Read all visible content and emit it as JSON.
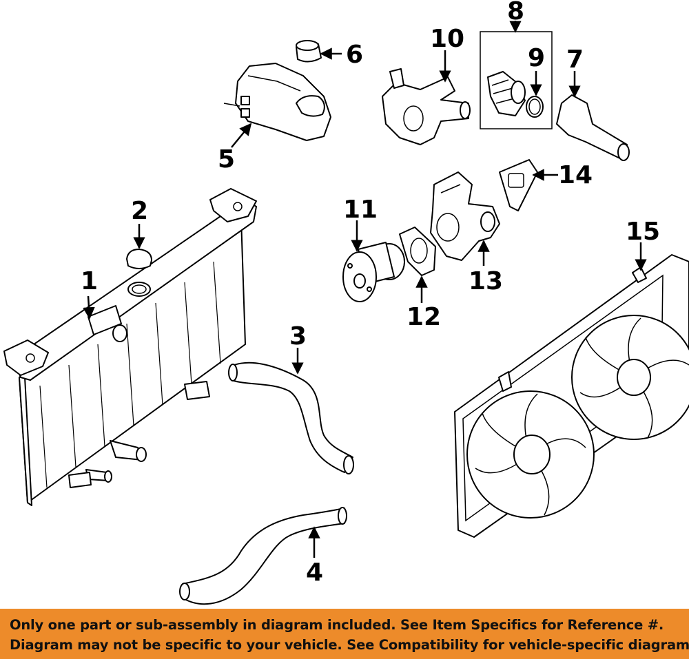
{
  "callouts": {
    "c1": "1",
    "c2": "2",
    "c3": "3",
    "c4": "4",
    "c5": "5",
    "c6": "6",
    "c7": "7",
    "c8": "8",
    "c9": "9",
    "c10": "10",
    "c11": "11",
    "c12": "12",
    "c13": "13",
    "c14": "14",
    "c15": "15"
  },
  "footer": {
    "line1": "Only one part or sub-assembly in diagram included. See Item Specifics for Reference #.",
    "line2": "Diagram may not be specific to your vehicle. See Compatibility for vehicle-specific diagrams."
  },
  "colors": {
    "banner": "#ed8b2a",
    "ink": "#000000"
  }
}
